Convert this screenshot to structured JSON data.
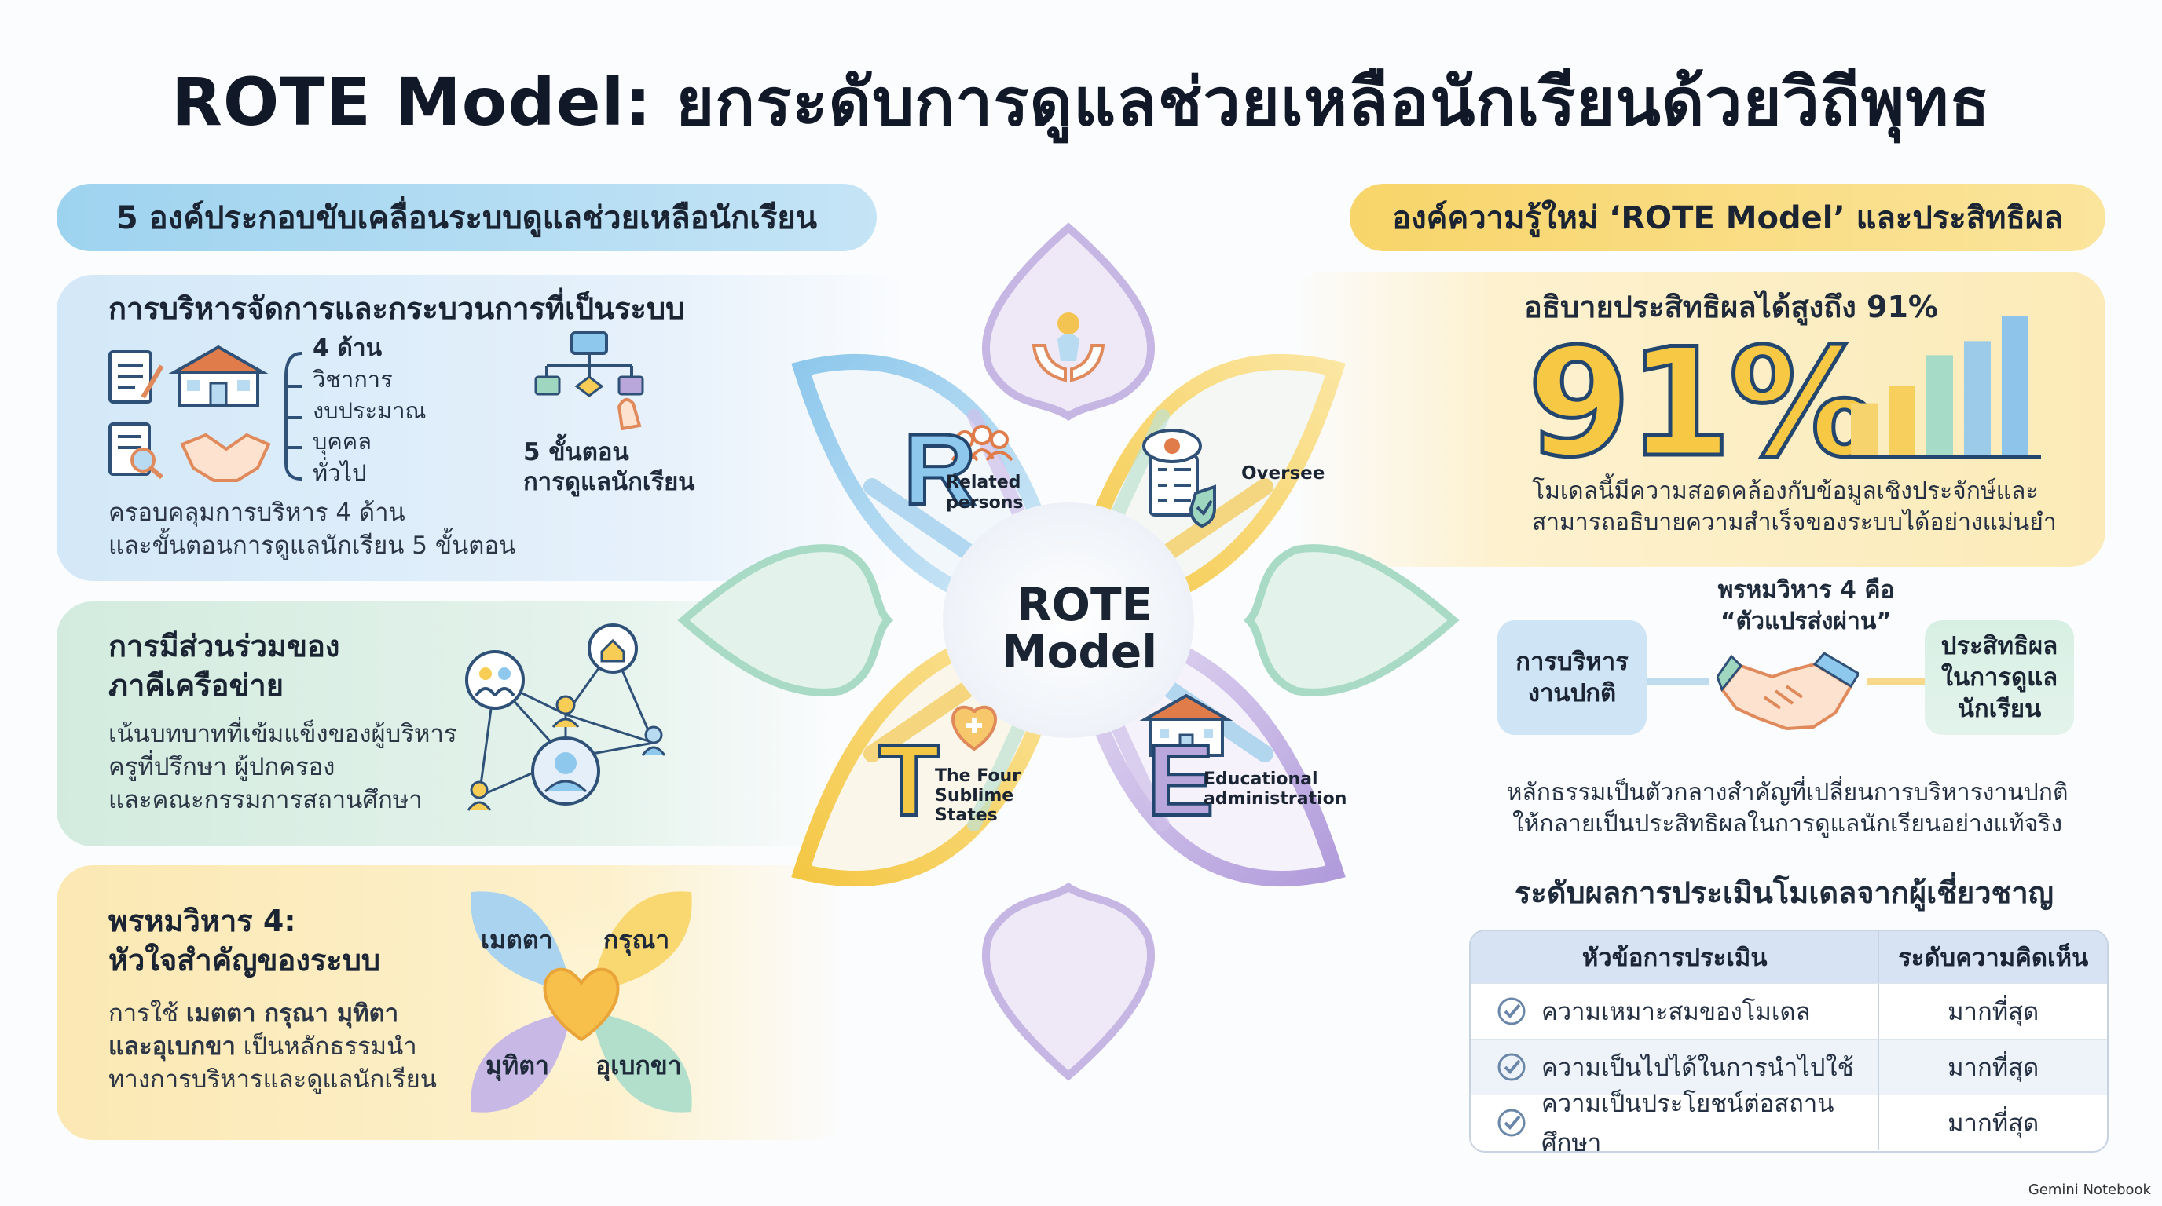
{
  "title": "ROTE Model: ยกระดับการดูแลช่วยเหลือนักเรียนด้วยวิถีพุทธ",
  "left_header": "5 องค์ประกอบขับเคลื่อนระบบดูแลช่วยเหลือนักเรียน",
  "right_header": "องค์ความรู้ใหม่ ‘ROTE Model’ และประสิทธิผล",
  "management": {
    "title": "การบริหารจัดการและกระบวนการที่เป็นระบบ",
    "areas": [
      "4 ด้าน",
      "วิชาการ",
      "งบประมาณ",
      "บุคคล",
      "ทั่วไป"
    ],
    "steps_line1": "5 ขั้นตอน",
    "steps_line2": "การดูแลนักเรียน",
    "desc_line1": "ครอบคลุมการบริหาร 4 ด้าน",
    "desc_line2": "และขั้นตอนการดูแลนักเรียน 5 ขั้นตอน",
    "icons": [
      "document-icon",
      "school-icon",
      "search-document-icon",
      "handshake-icon",
      "flowchart-icon"
    ]
  },
  "network": {
    "title_line1": "การมีส่วนร่วมของ",
    "title_line2": "ภาคีเครือข่าย",
    "desc_line1": "เน้นบทบาทที่เข้มแข็งของผู้บริหาร",
    "desc_line2": "ครูที่ปรึกษา ผู้ปกครอง",
    "desc_line3": "และคณะกรรมการสถานศึกษา"
  },
  "brahmavihara": {
    "title_line1": "พรหมวิหาร 4:",
    "title_line2": "หัวใจสำคัญของระบบ",
    "desc_line1_pre": "การใช้ ",
    "desc_line1_bold": "เมตตา กรุณา มุทิตา",
    "desc_line2_bold": "และอุเบกขา",
    "desc_line2_post": " เป็นหลักธรรมนำ",
    "desc_line3": "ทางการบริหารและดูแลนักเรียน",
    "petals": [
      "เมตตา",
      "กรุณา",
      "มุทิตา",
      "อุเบกขา"
    ]
  },
  "rote": {
    "center_line1": "ROTE",
    "center_line2": "Model",
    "r_letter": "R",
    "r_label_1": "Related",
    "r_label_2": "persons",
    "o_label": "Oversee",
    "t_letter": "T",
    "t_label_1": "The Four",
    "t_label_2": "Sublime",
    "t_label_3": "States",
    "e_letter": "E",
    "e_label_1": "Educational",
    "e_label_2": "administration"
  },
  "efficacy": {
    "title": "อธิบายประสิทธิผลได้สูงถึง 91%",
    "big_number": "91%",
    "bar_values": [
      0.38,
      0.5,
      0.72,
      0.82,
      1.0
    ],
    "desc_line1": "โมเดลนี้มีความสอดคล้องกับข้อมูลเชิงประจักษ์และ",
    "desc_line2": "สามารถอธิบายความสำเร็จของระบบได้อย่างแม่นยำ"
  },
  "mediator": {
    "caption_line1": "พรหมวิหาร 4 คือ",
    "caption_line2": "“ตัวแปรส่งผ่าน”",
    "left_box_line1": "การบริหาร",
    "left_box_line2": "งานปกติ",
    "right_box_line1": "ประสิทธิผล",
    "right_box_line2": "ในการดูแล",
    "right_box_line3": "นักเรียน",
    "desc_line1": "หลักธรรมเป็นตัวกลางสำคัญที่เปลี่ยนการบริหารงานปกติ",
    "desc_line2": "ให้กลายเป็นประสิทธิผลในการดูแลนักเรียนอย่างแท้จริง"
  },
  "evaluation": {
    "title": "ระดับผลการประเมินโมเดลจากผู้เชี่ยวชาญ",
    "col1": "หัวข้อการประเมิน",
    "col2": "ระดับความคิดเห็น",
    "rows": [
      {
        "item": "ความเหมาะสมของโมเดล",
        "level": "มากที่สุด"
      },
      {
        "item": "ความเป็นไปได้ในการนำไปใช้",
        "level": "มากที่สุด"
      },
      {
        "item": "ความเป็นประโยชน์ต่อสถานศึกษา",
        "level": "มากที่สุด"
      }
    ]
  },
  "brand": "Gemini Notebook",
  "colors": {
    "blue": "#8cc6ea",
    "green": "#9fd6bf",
    "yellow": "#f7cd55",
    "purple": "#b9a7dc",
    "navy": "#23466e"
  }
}
